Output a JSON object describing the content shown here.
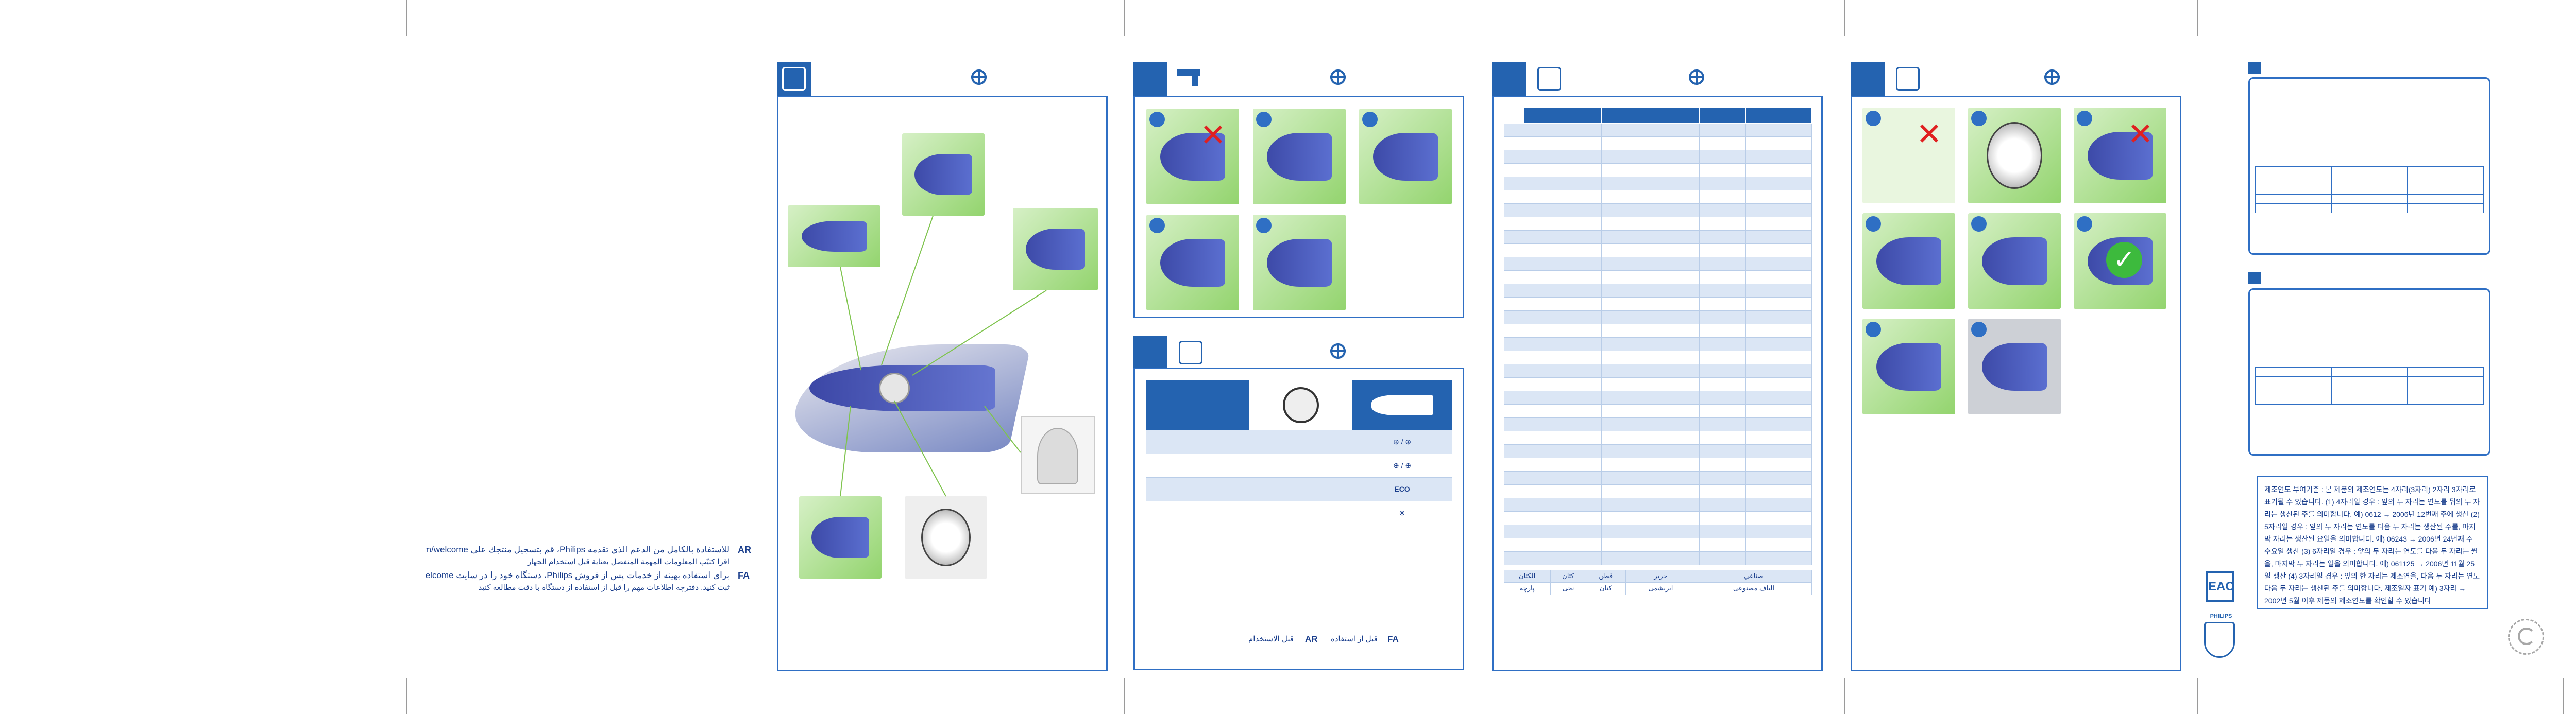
{
  "contact": {
    "ar_code": "AR",
    "ar_url": "www.philips.com/welcome",
    "ar_text": "للاستفادة بالكامل من الدعم الذي تقدمه Philips، قم بتسجيل منتجك على",
    "ar_text2": "اقرأ كتيّب المعلومات المهمة المنفصل بعناية قبل استخدام الجهاز",
    "fa_code": "FA",
    "fa_url": "www.philips.com/welcome",
    "fa_text": "برای استفاده بهینه از خدمات پس از فروش Philips، دستگاه خود را در سایت",
    "fa_text2": "ثبت کنید. دفترچه اطلاعات مهم را قبل از استفاده از دستگاه با دقت مطالعه کنید"
  },
  "descale_panel": {
    "badge_eco": "ECO"
  },
  "footer_langs": {
    "fa_code": "FA",
    "fa_label": "قبل از استفاده",
    "ar_code": "AR",
    "ar_label": "قبل الاستخدام"
  },
  "fabric_table": {
    "footer_row1": [
      "الكتان",
      "كتان",
      "قطن",
      "حرير",
      "صناعي"
    ],
    "footer_row2": [
      "پارچه",
      "نخی",
      "کتان",
      "ابریشمی",
      "الیاف مصنوعی"
    ]
  },
  "korean_note": {
    "text": "제조연도 부여기준 : 본 제품의 제조연도는 4자리(3자리) 2자리 3자리로 표기될 수 있습니다. (1) 4자리일 경우 : 앞의 두 자리는 연도를 뒤의 두 자리는 생산된 주를 의미합니다. 예) 0612 → 2006년 12번째 주에 생산 (2) 5자리일 경우 : 앞의 두 자리는 연도를 다음 두 자리는 생산된 주를, 마지막 자리는 생산된 요일을 의미합니다. 예) 06243 → 2006년 24번째 주 수요일 생산 (3) 6자리일 경우 : 앞의 두 자리는 연도를 다음 두 자리는 월을, 마지막 두 자리는 일을 의미합니다. 예) 061125 → 2006년 11월 25일 생산 (4) 3자리일 경우 : 앞의 한 자리는 제조연을, 다음 두 자리는 연도 다음 두 자리는 생산된 주를 의미합니다. 제조일자 표기 예) 3자리 → 2002년 5월 이후 제품의 제조연도를 확인할 수 있습니다"
  },
  "brand": {
    "philips": "PHILIPS",
    "eac": "EAC"
  },
  "icons": {
    "globe": "globe-icon",
    "recycle": "recycle-icon",
    "iron": "iron-icon",
    "tap": "water-tap-icon"
  },
  "colors": {
    "accent": "#2463b0",
    "illustration_green": "#93d46e",
    "table_band": "#dbe6f5"
  }
}
